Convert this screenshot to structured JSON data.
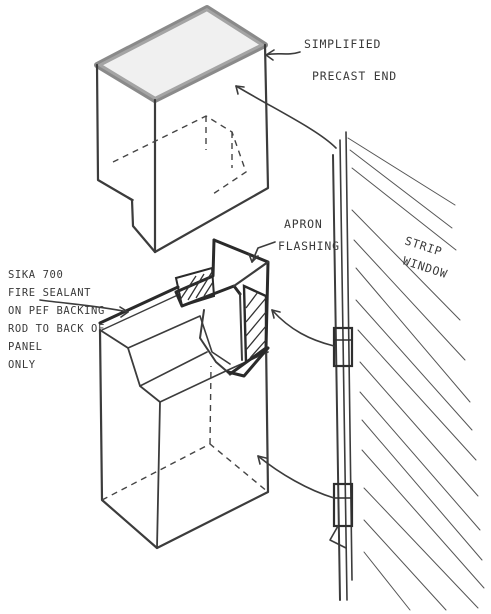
{
  "labels": {
    "top_end": [
      "SIMPLIFIED",
      "PRECAST END"
    ],
    "apron": [
      "APRON",
      "FLASHING"
    ],
    "sealant": [
      "SIKA 700",
      "FIRE SEALANT",
      "ON PEF BACKING",
      "ROD TO BACK OF",
      "PANEL",
      "ONLY"
    ],
    "window": [
      "STRIP",
      "WINDOW"
    ]
  }
}
